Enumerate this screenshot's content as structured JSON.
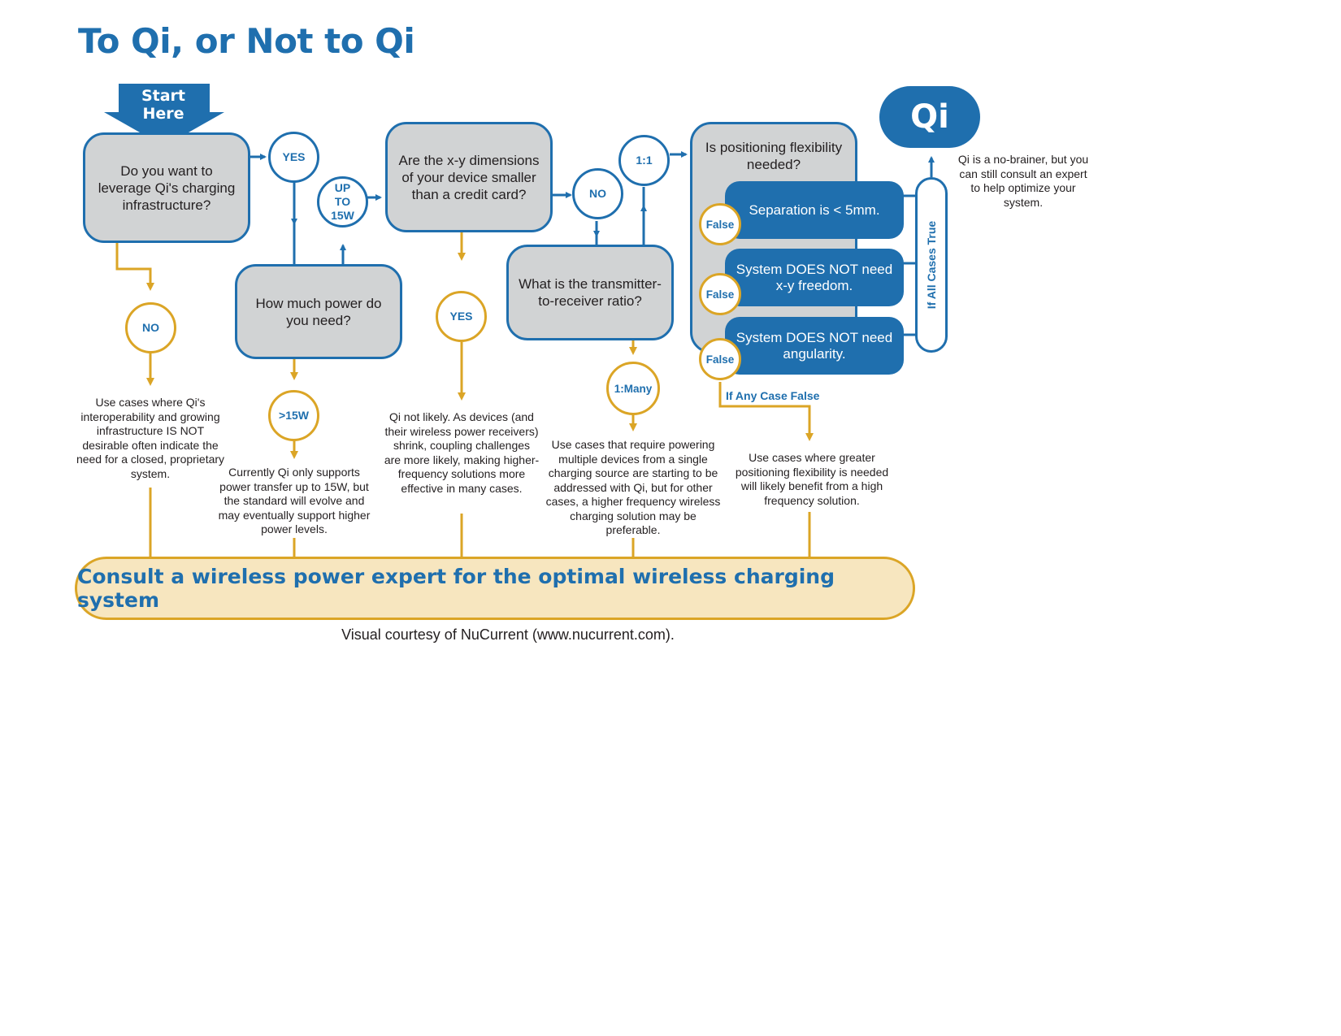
{
  "title": "To Qi, or Not to Qi",
  "start_label": "Start Here",
  "questions": {
    "leverage": "Do you want to leverage Qi's charging infrastructure?",
    "power": "How much power do you need?",
    "dimensions": "Are the x-y dimensions of your device smaller than a credit card?",
    "ratio": "What is the transmitter-to-receiver ratio?",
    "positioning": "Is positioning flexibility needed?"
  },
  "answers": {
    "leverage_yes": "YES",
    "leverage_no": "NO",
    "power_upto": "UP TO 15W",
    "power_over": ">15W",
    "dimensions_yes": "YES",
    "dimensions_no": "NO",
    "ratio_one": "1:1",
    "ratio_many": "1:Many"
  },
  "conditions": [
    {
      "text": "Separation is < 5mm.",
      "badge": "False"
    },
    {
      "text": "System DOES NOT need x-y freedom.",
      "badge": "False"
    },
    {
      "text": "System DOES NOT need angularity.",
      "badge": "False"
    }
  ],
  "if_all_true": "If All Cases True",
  "if_any_false": "If Any Case False",
  "qi_badge": "Qi",
  "notes": {
    "qi_result": "Qi is a no-brainer, but you can still consult an expert to help optimize your system.",
    "not_leverage": "Use cases where Qi's interoperability and growing infrastructure IS NOT desirable often indicate the need for a closed, proprietary system.",
    "over_15w": "Currently Qi only supports power transfer up to 15W, but the standard will evolve and may eventually support higher power levels.",
    "small_device": "Qi not likely. As devices (and their wireless power receivers) shrink, coupling challenges are more likely, making higher-frequency solutions more effective in many cases.",
    "one_to_many": "Use cases that require powering multiple devices from a single charging source are starting to be addressed with Qi, but for other cases, a higher frequency wireless charging solution may be preferable.",
    "flexibility": "Use cases where greater positioning flexibility is needed will likely benefit from a high frequency solution."
  },
  "consult": "Consult a wireless power expert for the optimal wireless charging system",
  "credit": "Visual courtesy of NuCurrent (www.nucurrent.com).",
  "colors": {
    "blue": "#1f6fae",
    "gold": "#dba526",
    "gray": "#d1d3d4",
    "cream": "#f7e6bf"
  }
}
